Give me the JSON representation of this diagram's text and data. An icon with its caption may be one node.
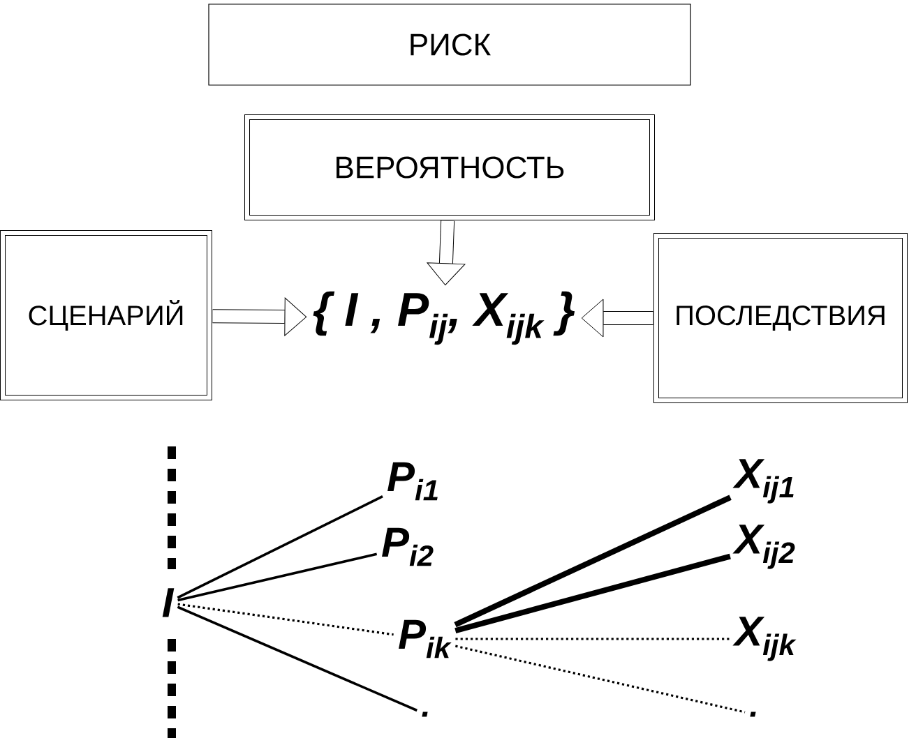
{
  "diagram": {
    "nodes": [
      {
        "text": [
          "РИСК"
        ]
      },
      {
        "text": [
          "ВЕРОЯТНОСТЬ"
        ]
      },
      {
        "text": [
          "СЦЕНАРИЙ"
        ]
      },
      {
        "text": [
          "{ I , P$_{ij}$, X$_{ijk}$ }"
        ]
      },
      {
        "text": [
          "ПОСЛЕДСТВИЯ"
        ]
      },
      {
        "text": [
          "I"
        ]
      },
      {
        "text": [
          "P$_{i1}$"
        ]
      },
      {
        "text": [
          "P$_{i2}$"
        ]
      },
      {
        "text": [
          "P$_{ik}$"
        ]
      },
      {
        "text": [
          "."
        ]
      },
      {
        "text": [
          "X$_{ij1}$"
        ]
      },
      {
        "text": [
          "X$_{ij2}$"
        ]
      },
      {
        "text": [
          "X$_{ijk}$"
        ]
      },
      {
        "text": [
          "."
        ]
      }
    ],
    "edges": [
      {
        "from": 1,
        "to": 3,
        "arrow": "to",
        "style": "thick"
      },
      {
        "from": 2,
        "to": 3,
        "arrow": "to",
        "style": "thick"
      },
      {
        "from": 4,
        "to": 3,
        "arrow": "to",
        "style": "thick"
      },
      {
        "from": 5,
        "to": 6,
        "arrow": "none"
      },
      {
        "from": 5,
        "to": 7,
        "arrow": "none"
      },
      {
        "from": 5,
        "to": 8,
        "arrow": "none",
        "style": "dashed"
      },
      {
        "from": 5,
        "to": 9,
        "arrow": "none"
      },
      {
        "from": 8,
        "to": 10,
        "arrow": "none",
        "style": "thick"
      },
      {
        "from": 8,
        "to": 11,
        "arrow": "none",
        "style": "thick"
      },
      {
        "from": 8,
        "to": 12,
        "arrow": "none",
        "style": "dashed"
      },
      {
        "from": 8,
        "to": 13,
        "arrow": "none",
        "style": "dashed"
      }
    ]
  }
}
